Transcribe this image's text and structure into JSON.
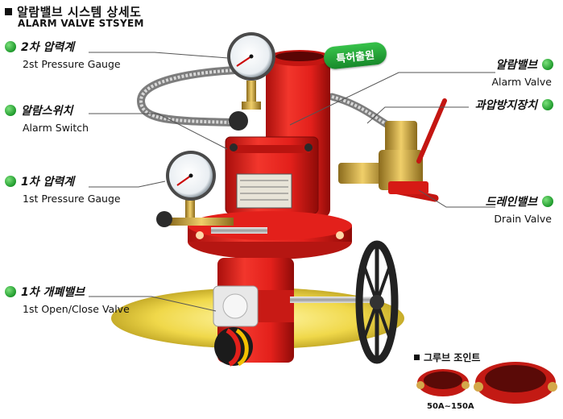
{
  "header": {
    "title_ko": "알람밸브 시스템 상세도",
    "title_en": "ALARM VALVE STSYEM"
  },
  "badge": "특허출원",
  "labels": [
    {
      "id": "pressure-gauge-2",
      "ko": "2차 압력계",
      "en": "2st Pressure Gauge"
    },
    {
      "id": "alarm-switch",
      "ko": "알람스위치",
      "en": "Alarm Switch"
    },
    {
      "id": "pressure-gauge-1",
      "ko": "1차 압력계",
      "en": "1st Pressure Gauge"
    },
    {
      "id": "open-close-valve",
      "ko": "1차 개폐밸브",
      "en": "1st Open/Close Valve"
    },
    {
      "id": "alarm-valve",
      "ko": "알람밸브",
      "en": "Alarm Valve"
    },
    {
      "id": "overpressure-device",
      "ko": "과압방지장치",
      "en": ""
    },
    {
      "id": "drain-valve",
      "ko": "드레인밸브",
      "en": "Drain Valve"
    }
  ],
  "groove": {
    "title": "그루브 조인트",
    "size": "50A~150A"
  },
  "colors": {
    "valve_red": "#e3201b",
    "accent_green": "#1f9a2c",
    "brass": "#c9a23a"
  }
}
